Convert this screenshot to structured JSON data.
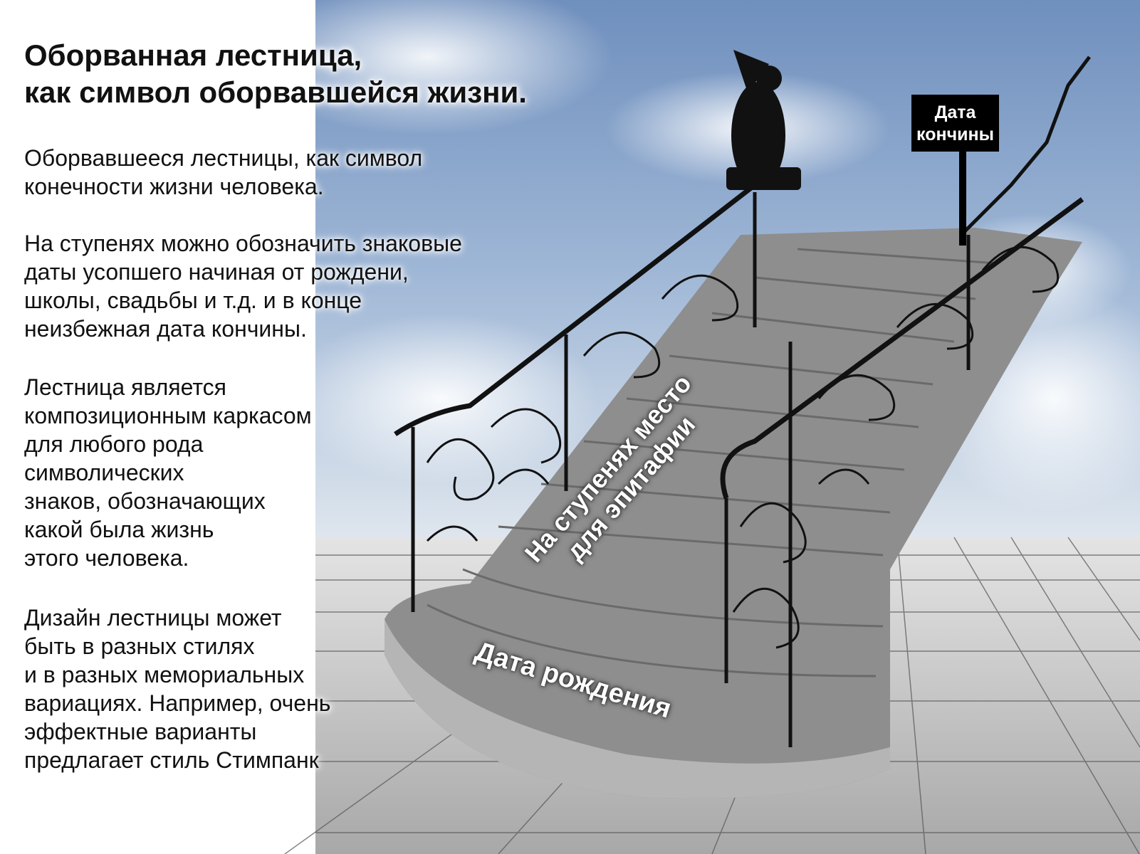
{
  "title": [
    "Оборванная лестница,",
    "как символ оборвавшейся жизни."
  ],
  "paragraphs": [
    [
      "Оборвавшееся лестницы, как символ",
      "конечности  жизни человека."
    ],
    [
      "На ступенях можно обозначить знаковые",
      "даты усопшего начиная от рождени,",
      "школы, свадьбы и т.д. и в конце",
      "неизбежная дата кончины."
    ],
    [
      "Лестница является",
      "композиционным каркасом",
      "для любого рода",
      "символических",
      "знаков, обозначающих",
      "какой была жизнь",
      "этого человека."
    ],
    [
      "Дизайн лестницы может",
      "быть в разных стилях",
      "и в разных мемориальных",
      "вариациях. Например, очень",
      "эффектные варианты",
      "предлагает стиль Стимпанк"
    ]
  ],
  "labels": {
    "death_sign": [
      "Дата",
      "кончины"
    ],
    "epitaph": [
      "На ступенях место",
      "для эпитафии"
    ],
    "birth": "Дата рождения"
  },
  "colors": {
    "sky": "#7d9cc6",
    "floor": "#c9c9c9",
    "stairs": "#8a8a8a",
    "railing": "#111111"
  }
}
